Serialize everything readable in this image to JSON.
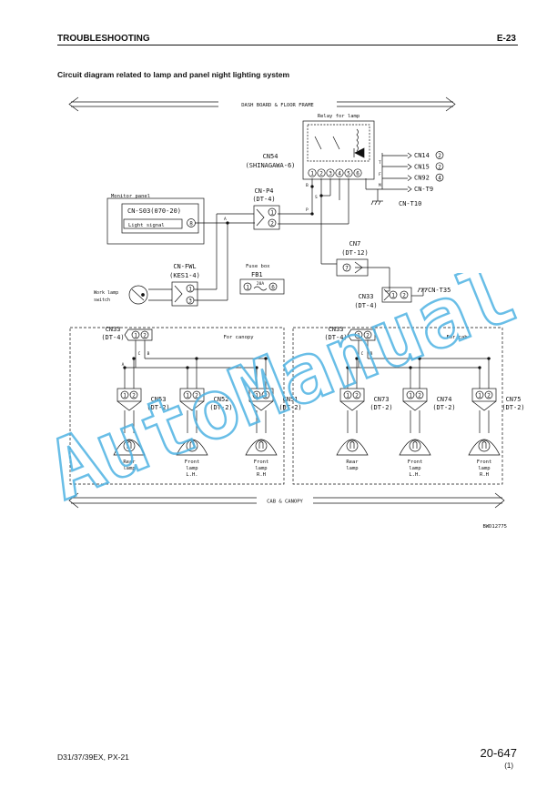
{
  "header": {
    "section": "TROUBLESHOOTING",
    "code": "E-23"
  },
  "subtitle": "Circuit diagram related to lamp and panel night lighting system",
  "frames": {
    "top": "DASH BOARD & FLOOR FRAME",
    "bottom": "CAB & CANOPY"
  },
  "relay": {
    "title": "Relay for lamp",
    "connector": "CN54",
    "connector_type": "(SHINAGAWA-6)",
    "pins": [
      "1",
      "2",
      "3",
      "4",
      "5",
      "6"
    ]
  },
  "outputs": [
    {
      "name": "CN14",
      "pin": "2"
    },
    {
      "name": "CN15",
      "pin": "2"
    },
    {
      "name": "CN92",
      "pin": "4"
    },
    {
      "name": "CN-T9",
      "pin": ""
    }
  ],
  "ground_t10": "CN-T10",
  "wire_codes": {
    "t": "T",
    "f": "F",
    "m": "M",
    "b": "B",
    "s": "S",
    "p": "P",
    "a": "A",
    "c": "C"
  },
  "monitor": {
    "title": "Monitor panel",
    "connector": "CN-S03(070-20)",
    "signal": "Light signal",
    "pin": "8"
  },
  "cnp4": {
    "name": "CN-P4",
    "type": "(DT-4)",
    "pins": [
      "1",
      "2"
    ]
  },
  "cnfwl": {
    "name": "CN-FWL",
    "type": "(KES1-4)",
    "pins": [
      "1",
      "3"
    ]
  },
  "work_switch": {
    "line1": "Work lamp",
    "line2": "switch"
  },
  "fuse": {
    "title": "Fuse box",
    "name": "FB1",
    "pin_in": "1",
    "rating": "20A",
    "pin_out": "6"
  },
  "cn7": {
    "name": "CN7",
    "type": "(DT-12)",
    "pin": "7"
  },
  "cn33_top": {
    "name": "CN33",
    "type": "(DT-4)",
    "pins": [
      "1",
      "2"
    ]
  },
  "cn_t35": "CN-T35",
  "canopy": {
    "label": "For canopy",
    "cn33": {
      "name": "CN33",
      "type": "(DT-4)",
      "pins": [
        "1",
        "2"
      ]
    },
    "lamps": [
      {
        "conn": "CN53",
        "type": "(DT-2)",
        "l1": "Rear",
        "l2": "lamp",
        "l3": ""
      },
      {
        "conn": "CN52",
        "type": "(DT-2)",
        "l1": "Front",
        "l2": "lamp",
        "l3": "L.H."
      },
      {
        "conn": "CN51",
        "type": "(DT-2)",
        "l1": "Front",
        "l2": "lamp",
        "l3": "R.H"
      }
    ]
  },
  "cab": {
    "label": "For cab",
    "cn33": {
      "name": "CN33",
      "type": "(DT-4)",
      "pins": [
        "1",
        "2"
      ]
    },
    "lamps": [
      {
        "conn": "CN73",
        "type": "(DT-2)",
        "l1": "Rear",
        "l2": "lamp",
        "l3": ""
      },
      {
        "conn": "CN74",
        "type": "(DT-2)",
        "l1": "Front",
        "l2": "lamp",
        "l3": "L.H."
      },
      {
        "conn": "CN75",
        "type": "(DT-2)",
        "l1": "Front",
        "l2": "lamp",
        "l3": "R.H"
      }
    ]
  },
  "lamp_pins": [
    "1",
    "2"
  ],
  "figure_code": "BWD12775",
  "watermark": "AutoManual",
  "footer": {
    "model": "D31/37/39EX, PX-21",
    "page": "20-647",
    "sub": "(1)"
  },
  "colors": {
    "watermark": "#4fb3e3",
    "line": "#111111"
  }
}
